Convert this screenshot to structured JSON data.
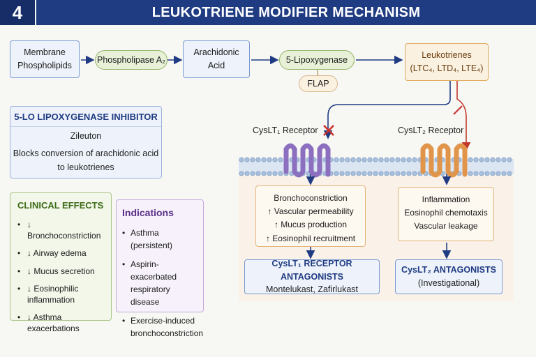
{
  "header": {
    "number": "4",
    "title": "LEUKOTRIENE MODIFIER MECHANISM"
  },
  "pathway": {
    "membrane": [
      "Membrane",
      "Phospholipids"
    ],
    "pla2": "Phospholipase A₂",
    "arachidonic": [
      "Arachidonic",
      "Acid"
    ],
    "lipoxygenase": "5-Lipoxygenase",
    "flap": "FLAP",
    "leukotrienes": [
      "Leukotrienes",
      "(LTC₄, LTD₄, LTE₄)"
    ]
  },
  "inhibitor": {
    "title": "5-LO LIPOXYGENASE INHIBITOR",
    "drug": "Zileuton",
    "description": [
      "Blocks conversion of arachidonic acid",
      "to leukotrienes"
    ]
  },
  "clinical_effects": {
    "title": "CLINICAL EFFECTS",
    "items": [
      {
        "bullet": "•",
        "lines": [
          "↓ Bronchoconstriction"
        ]
      },
      {
        "bullet": "•",
        "lines": [
          "↓ Airway edema"
        ]
      },
      {
        "bullet": "•",
        "lines": [
          "↓ Mucus secretion"
        ]
      },
      {
        "bullet": "•",
        "lines": [
          "↓ Eosinophilic",
          "inflammation"
        ]
      },
      {
        "bullet": "•",
        "lines": [
          "↓ Asthma exacerbations"
        ]
      }
    ]
  },
  "indications": {
    "title": "Indications",
    "items": [
      {
        "bullet": "•",
        "lines": [
          "Asthma (persistent)"
        ]
      },
      {
        "bullet": "•",
        "lines": [
          "Aspirin-exacerbated",
          "respiratory disease"
        ]
      },
      {
        "bullet": "•",
        "lines": [
          "Exercise-induced",
          "bronchoconstriction"
        ]
      }
    ]
  },
  "receptors": {
    "cyslt1": {
      "label": "CysLT₁ Receptor",
      "effects": [
        "Bronchoconstriction",
        "↑ Vascular permeability",
        "↑ Mucus production",
        "↑ Eosinophil recruitment"
      ],
      "antagonist_title": "CysLT₁ RECEPTOR ANTAGONISTS",
      "antagonist_drugs": "Montelukast, Zafirlukast"
    },
    "cyslt2": {
      "label": "CysLT₂ Receptor",
      "effects": [
        "Inflammation",
        "Eosinophil chemotaxis",
        "Vascular leakage"
      ],
      "antagonist_title": "CysLT₂ ANTAGONISTS",
      "antagonist_drugs": "(Investigational)"
    }
  },
  "colors": {
    "header": "#1f3b82",
    "blue_box": "#7a9ad1",
    "green_pill": "#93b466",
    "orange_box": "#e0a95b",
    "cyslt1_receptor": "#8d6fc0",
    "cyslt2_receptor": "#e0954b",
    "block_mark": "#c9302c"
  }
}
